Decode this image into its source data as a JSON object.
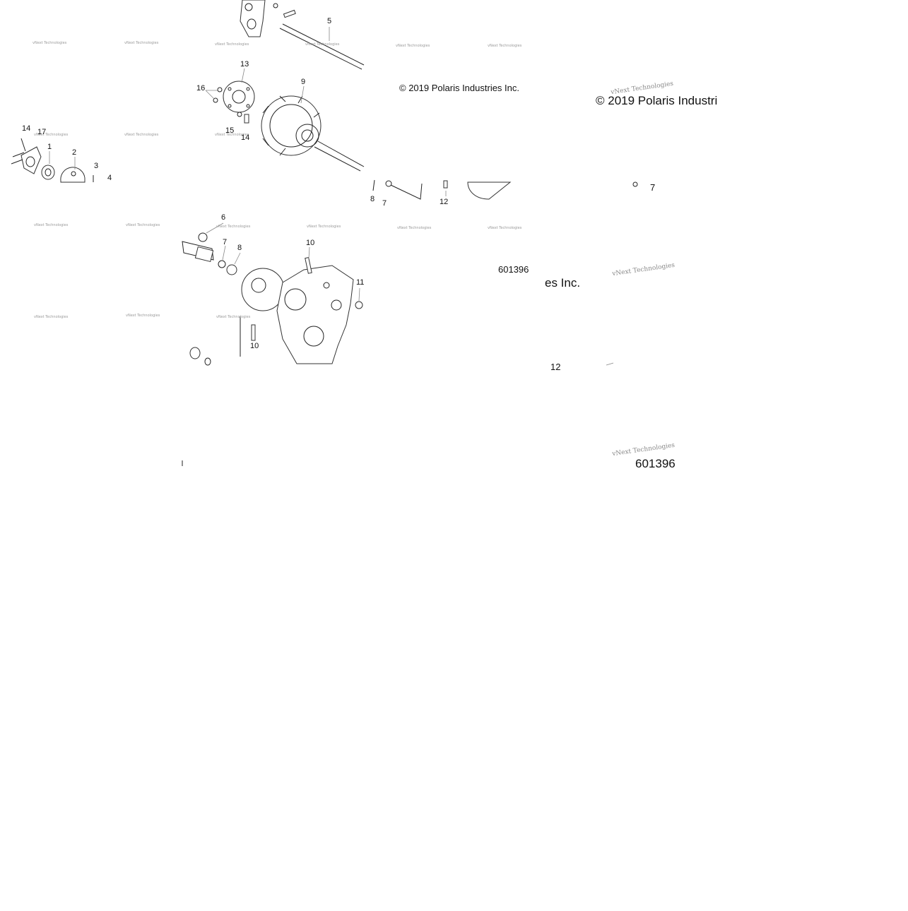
{
  "copyright": "© 2019 Polaris Industries Inc.",
  "copyright_large": "© 2019 Polaris Industri",
  "copyright_fragment": "es Inc.",
  "diagram_number": "601396",
  "watermark_text": "vNext Technologies",
  "callouts": [
    "1",
    "2",
    "3",
    "4",
    "5",
    "6",
    "7",
    "8",
    "9",
    "10",
    "11",
    "12",
    "13",
    "14",
    "15",
    "16",
    "17"
  ]
}
